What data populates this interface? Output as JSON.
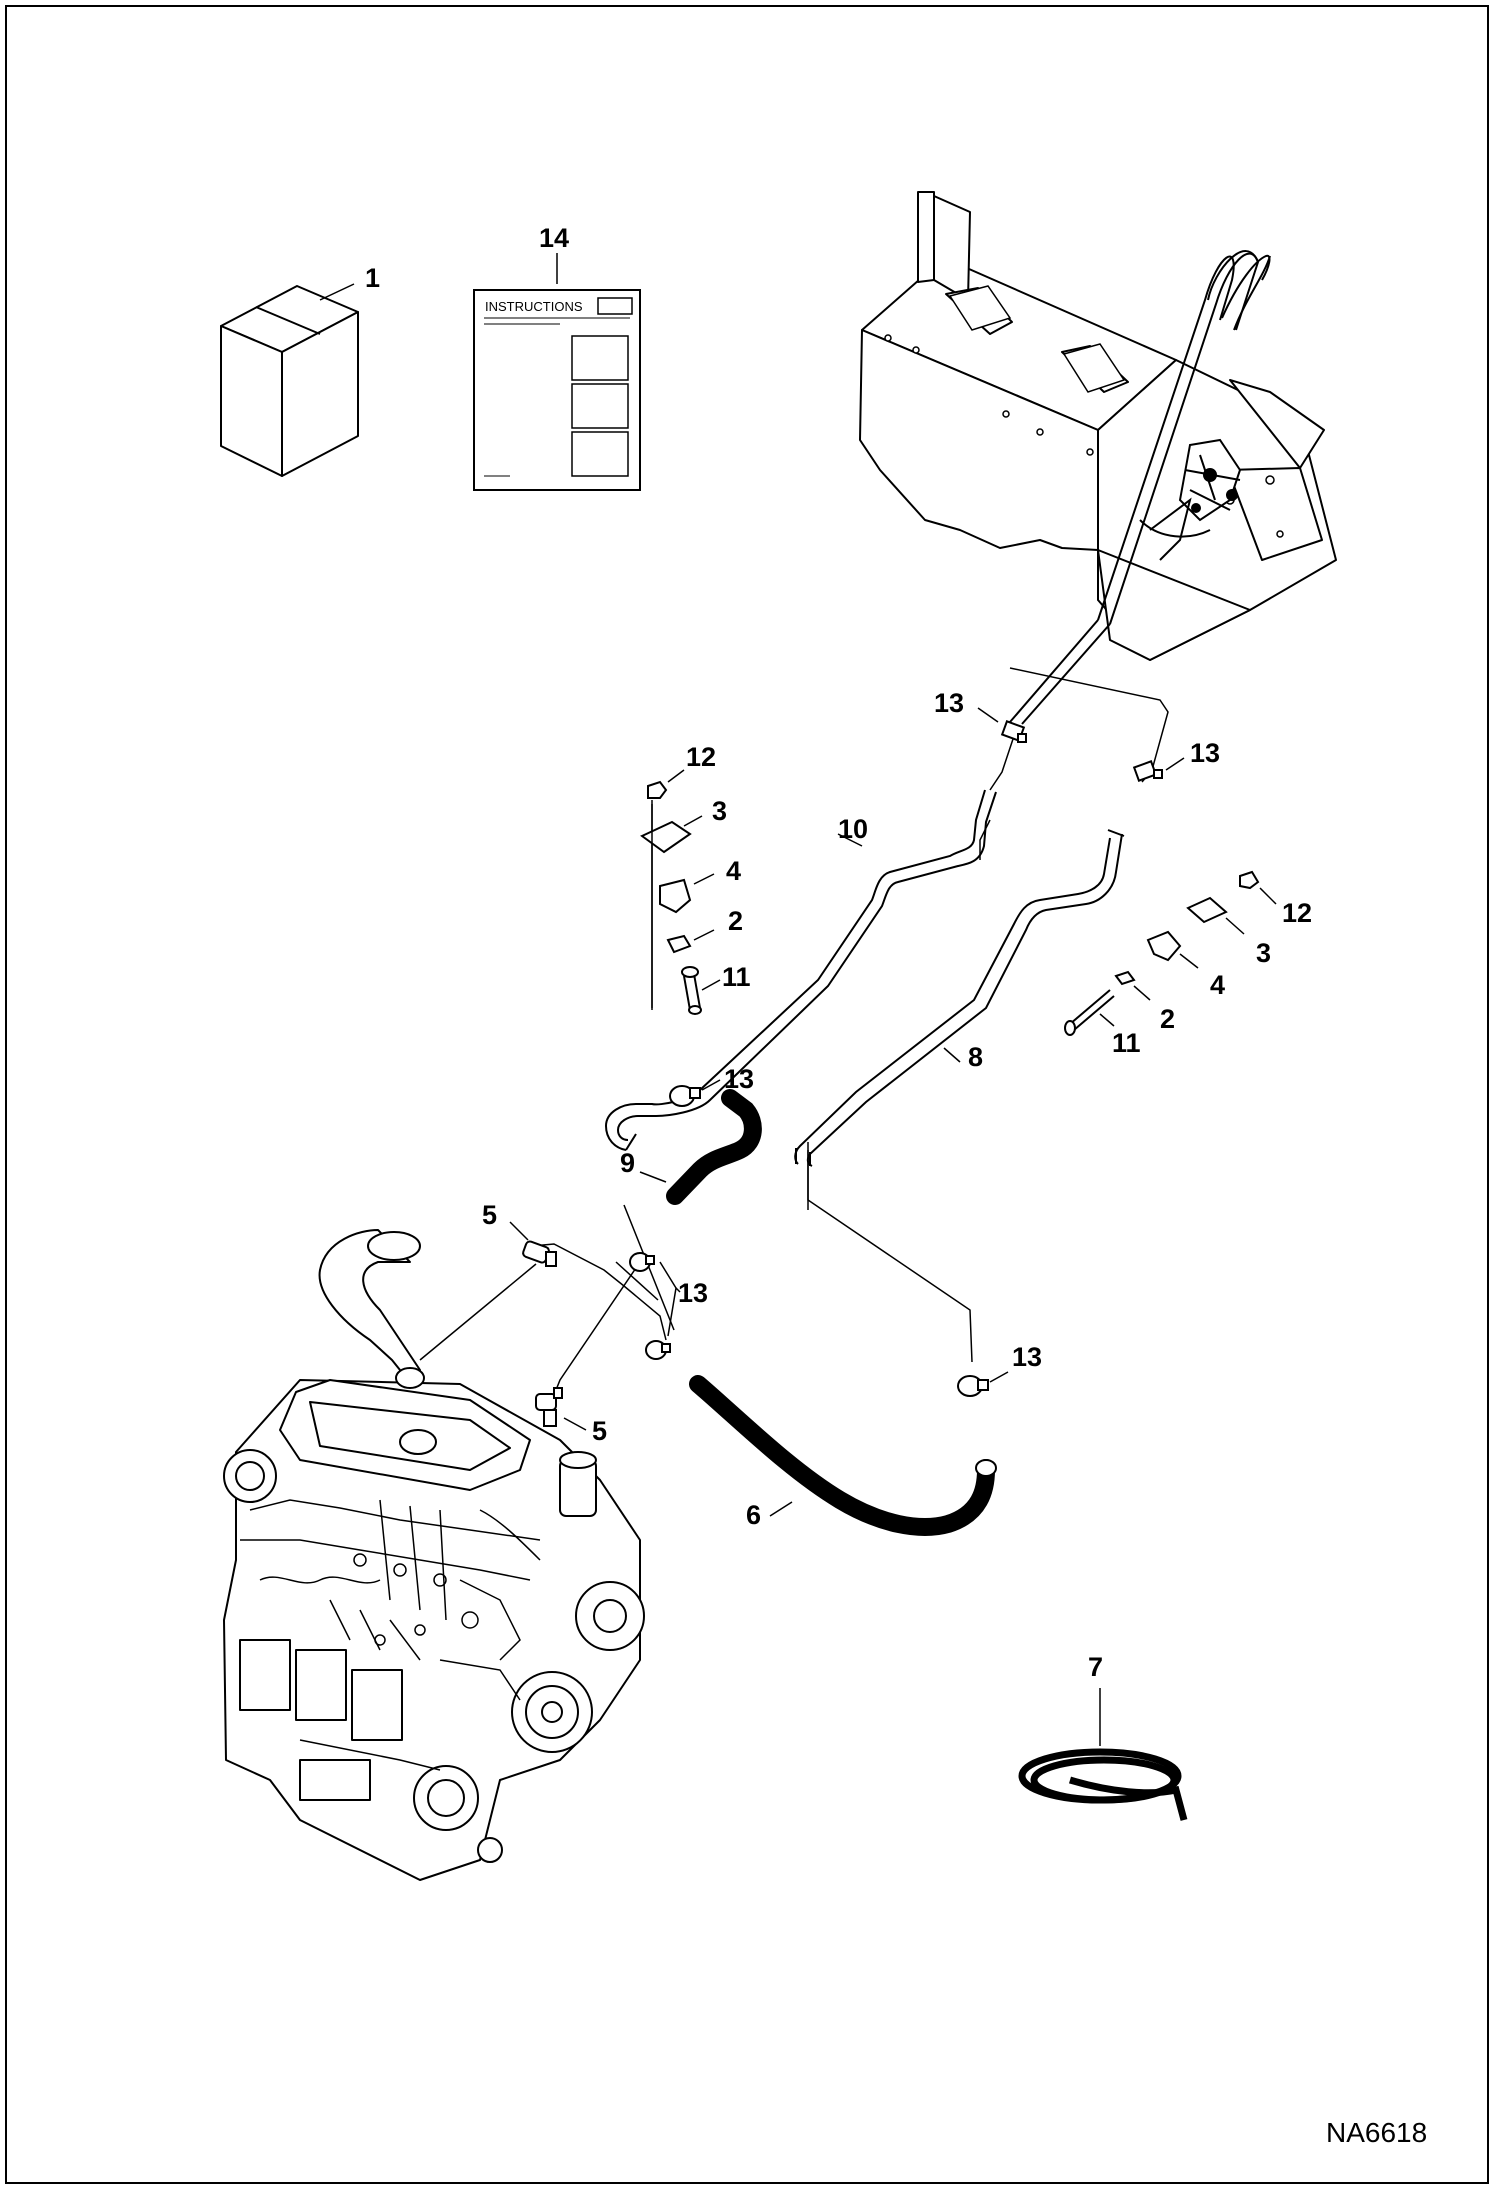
{
  "figure_code": "NA6618",
  "instructions_label": "INSTRUCTIONS",
  "callouts": {
    "kit_box": "1",
    "instructions_sheet": "14",
    "clamp_13_upper_left": "13",
    "clamp_13_upper_right": "13",
    "nut_12_left": "12",
    "plate_3_left": "3",
    "clip_4_left": "4",
    "washer_2_left": "2",
    "bolt_11_left": "11",
    "tube_10": "10",
    "nut_12_right": "12",
    "plate_3_right": "3",
    "clip_4_right": "4",
    "washer_2_right": "2",
    "bolt_11_right": "11",
    "tube_8": "8",
    "clamp_13_mid": "13",
    "hose_9": "9",
    "fitting_5_upper": "5",
    "clamp_13_lower": "13",
    "clamp_13_right_lower": "13",
    "fitting_5_lower": "5",
    "hose_6": "6",
    "hose_coil_7": "7"
  }
}
